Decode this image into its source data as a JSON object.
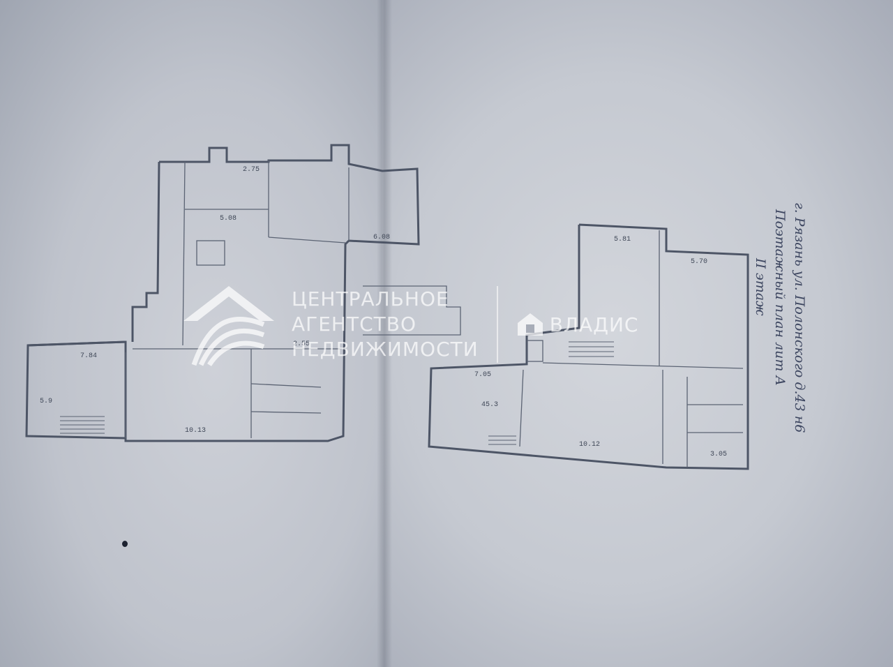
{
  "photo": {
    "description_icon": "floor-plan-photo"
  },
  "handwritten_title": {
    "line1": "г. Рязань ул. Полонского д.43 н6",
    "line2": "Поэтажный план лит А",
    "line3": "II этаж"
  },
  "watermark": {
    "line1": "ЦЕНТРАЛЬНОЕ",
    "line2": "АГЕНТСТВО",
    "line3": "НЕДВИЖИМОСТИ",
    "brand": "ВЛАДИС",
    "color": "#ffffff"
  },
  "plan_left_labels": {
    "d1": "2.75",
    "d2": "5.08",
    "d3": "2.55",
    "d4": "7.84",
    "d5": "10.13",
    "d6": "6.08",
    "d7": "5.9"
  },
  "plan_right_labels": {
    "d1": "5.81",
    "d2": "5.70",
    "d3": "10.12",
    "d4": "3.05",
    "d5": "7.05",
    "d6": "45.3"
  }
}
